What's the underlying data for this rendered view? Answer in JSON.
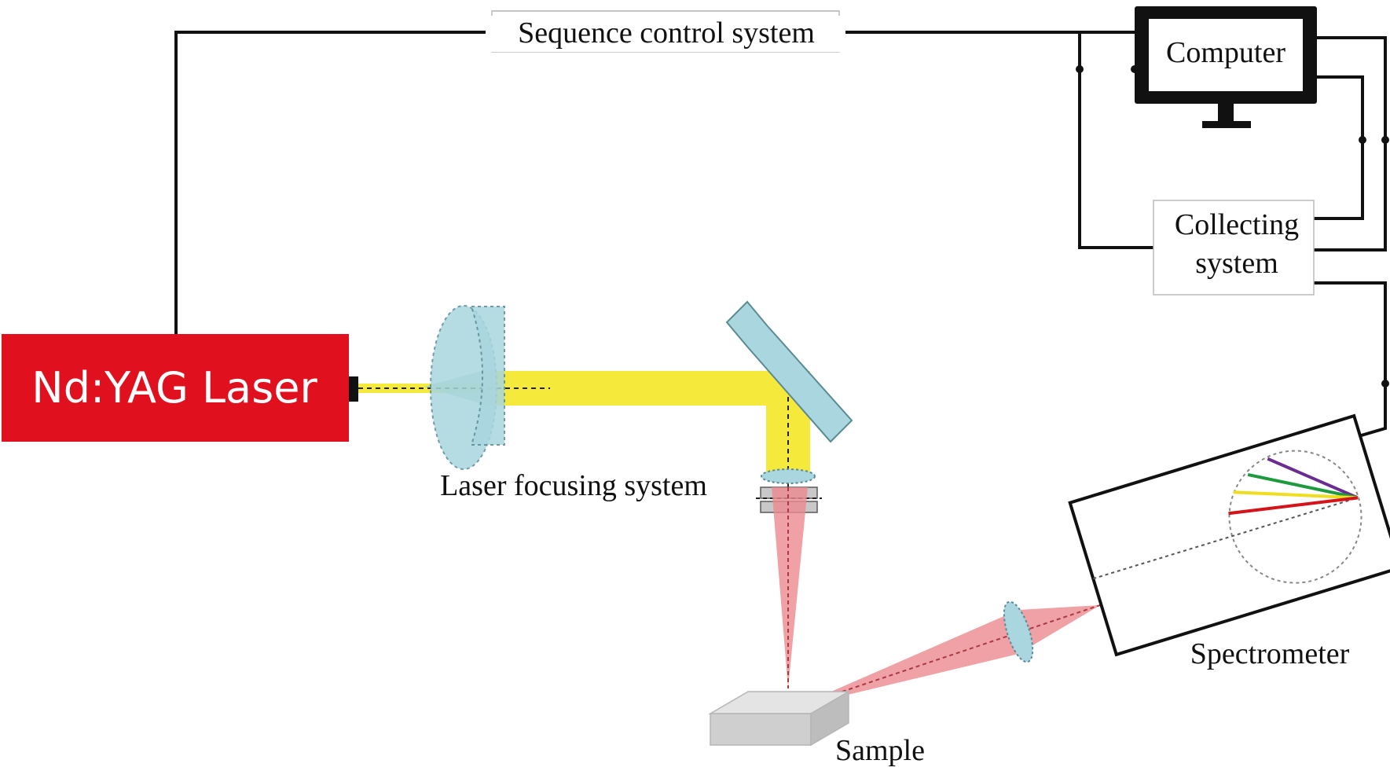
{
  "labels": {
    "laser": "Nd:YAG Laser",
    "sequence_control": "Sequence control system",
    "computer": "Computer",
    "collecting_line1": "Collecting",
    "collecting_line2": "system",
    "focusing": "Laser focusing system",
    "spectrometer": "Spectrometer",
    "sample": "Sample"
  },
  "colors": {
    "laser_body": "#e0101e",
    "laser_text": "#ffffff",
    "beam": "#f5ea3c",
    "plasma_light": "#ec8a8f",
    "optic_glass": "#a9d6df",
    "sample_block": "#d9d9d9",
    "wire": "#111111",
    "spectrum_colors": [
      "#6a2c91",
      "#1e9a3e",
      "#eede1e",
      "#d4141a"
    ]
  }
}
